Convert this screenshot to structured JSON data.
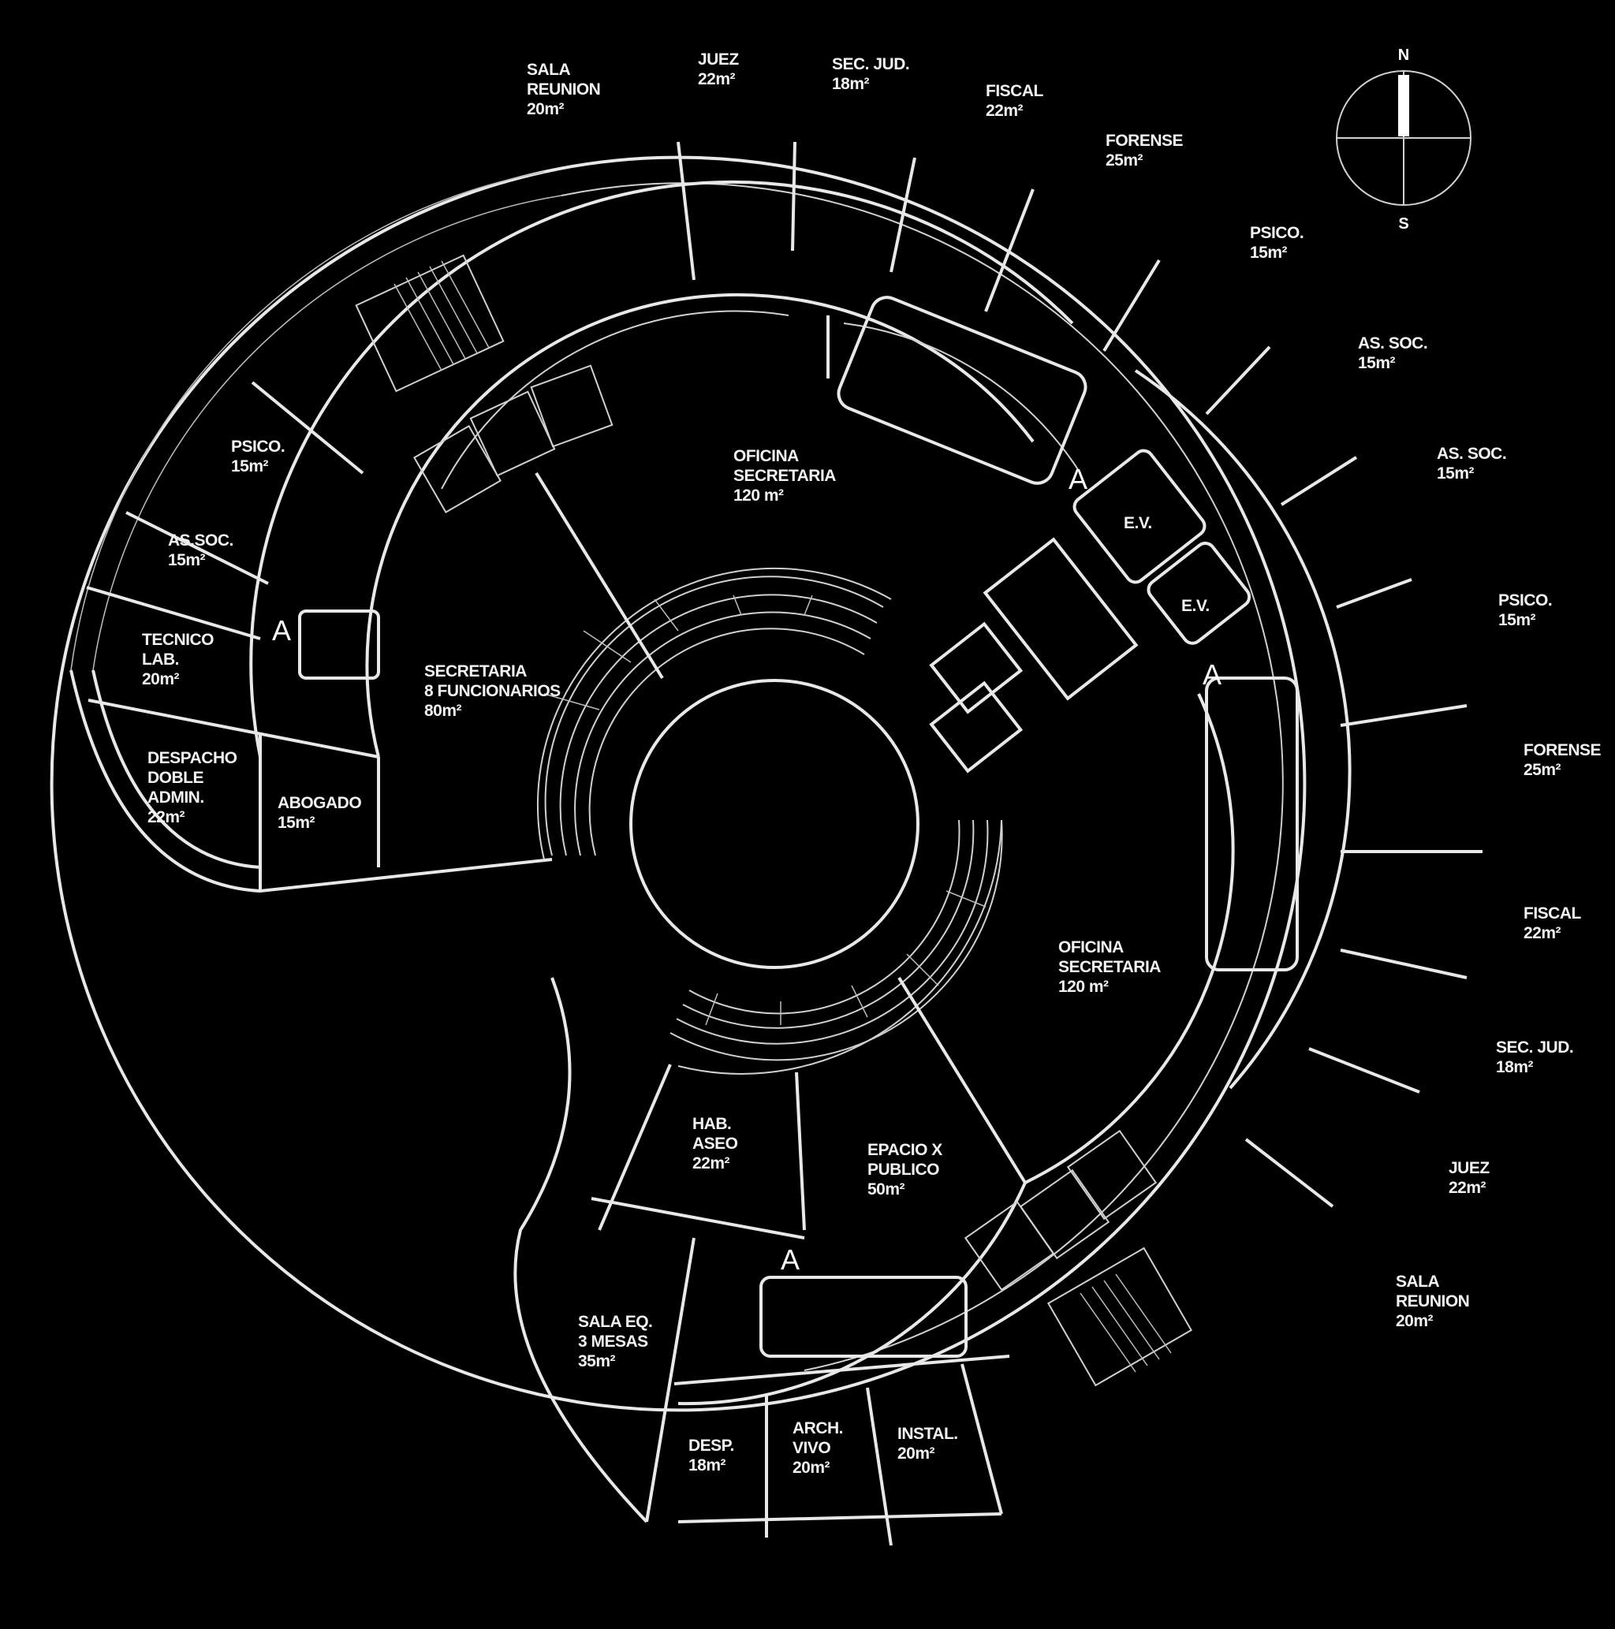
{
  "rooms": [
    {
      "lines": [
        "SALA",
        "REUNION",
        "20m²"
      ]
    },
    {
      "lines": [
        "JUEZ",
        "22m²"
      ]
    },
    {
      "lines": [
        "SEC. JUD.",
        "18m²"
      ]
    },
    {
      "lines": [
        "FISCAL",
        "22m²"
      ]
    },
    {
      "lines": [
        "FORENSE",
        "25m²"
      ]
    },
    {
      "lines": [
        "PSICO.",
        "15m²"
      ]
    },
    {
      "lines": [
        "AS. SOC.",
        "15m²"
      ]
    },
    {
      "lines": [
        "AS. SOC.",
        "15m²"
      ]
    },
    {
      "lines": [
        "PSICO.",
        "15m²"
      ]
    },
    {
      "lines": [
        "FORENSE",
        "25m²"
      ]
    },
    {
      "lines": [
        "FISCAL",
        "22m²"
      ]
    },
    {
      "lines": [
        "SEC. JUD.",
        "18m²"
      ]
    },
    {
      "lines": [
        "JUEZ",
        "22m²"
      ]
    },
    {
      "lines": [
        "SALA",
        "REUNION",
        "20m²"
      ]
    },
    {
      "lines": [
        "PSICO.",
        "15m²"
      ]
    },
    {
      "lines": [
        "AS.SOC.",
        "15m²"
      ]
    },
    {
      "lines": [
        "TECNICO",
        "LAB.",
        "20m²"
      ]
    },
    {
      "lines": [
        "DESPACHO",
        "DOBLE",
        "ADMIN.",
        "22m²"
      ]
    },
    {
      "lines": [
        "ABOGADO",
        "15m²"
      ]
    },
    {
      "lines": [
        "SECRETARIA",
        "8 FUNCIONARIOS",
        "80m²"
      ]
    },
    {
      "lines": [
        "OFICINA",
        "SECRETARIA",
        "120 m²"
      ]
    },
    {
      "lines": [
        "OFICINA",
        "SECRETARIA",
        "120 m²"
      ]
    },
    {
      "lines": [
        "E.V."
      ]
    },
    {
      "lines": [
        "E.V."
      ]
    },
    {
      "lines": [
        "HAB.",
        "ASEO",
        "22m²"
      ]
    },
    {
      "lines": [
        "EPACIO X",
        "PUBLICO",
        "50m²"
      ]
    },
    {
      "lines": [
        "SALA EQ.",
        "3 MESAS",
        "35m²"
      ]
    },
    {
      "lines": [
        "DESP.",
        "18m²"
      ]
    },
    {
      "lines": [
        "ARCH.",
        "VIVO",
        "20m²"
      ]
    },
    {
      "lines": [
        "INSTAL.",
        "20m²"
      ]
    }
  ],
  "section_markers": [
    "A",
    "A",
    "A",
    "A"
  ],
  "compass": {
    "north": "N",
    "south": "S"
  }
}
